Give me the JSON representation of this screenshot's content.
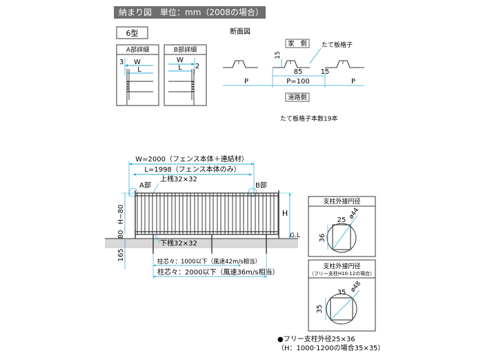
{
  "header": {
    "title": "納まり図　単位：mm（2008の場合）"
  },
  "type_box": {
    "label": "6型"
  },
  "detail_a": {
    "title": "A部詳細",
    "dim_offset": "3",
    "dim_w": "W",
    "dim_l": "L"
  },
  "detail_b": {
    "title": "B部詳細",
    "dim_w": "W",
    "dim_l": "L",
    "dim_offset": "2"
  },
  "section": {
    "title": "断面図",
    "house_side": "家　側",
    "road_side": "道路側",
    "picket_label": "たて板格子",
    "dim_height": "15",
    "dim_picket": "85",
    "dim_gap": "15",
    "pitch_left": "P",
    "pitch_center": "P=100",
    "pitch_right": "P",
    "picket_count": "たて板格子本数19本"
  },
  "elevation": {
    "w_dim": "W=2000（フェンス本体＋連結材）",
    "l_dim": "L=1998（フェンス本体のみ）",
    "part_a": "A部",
    "part_b": "B部",
    "top_rail": "上桟32×32",
    "bottom_rail": "下桟32×32",
    "h_label": "H",
    "h_minus": "H−80",
    "dim_80": "80",
    "dim_165": "165",
    "gl": "G.L",
    "post_pitch_1": "柱芯々：1000以下（風速42m/s相当）",
    "post_pitch_2": "柱芯々：2000以下（風速36m/s相当）"
  },
  "post_box_1": {
    "title": "支柱外接円径",
    "dim_side": "25",
    "dim_dia": "ø44",
    "dim_height": "36"
  },
  "post_box_2": {
    "title": "支柱外接円径",
    "subtitle": "（フリー支柱H10·12の場合）",
    "dim_side": "35",
    "dim_dia": "ø48",
    "dim_height": "35"
  },
  "footnote": {
    "line1": "●フリー支柱外径25×36",
    "line2": "（H：1000·1200の場合35×35）"
  }
}
